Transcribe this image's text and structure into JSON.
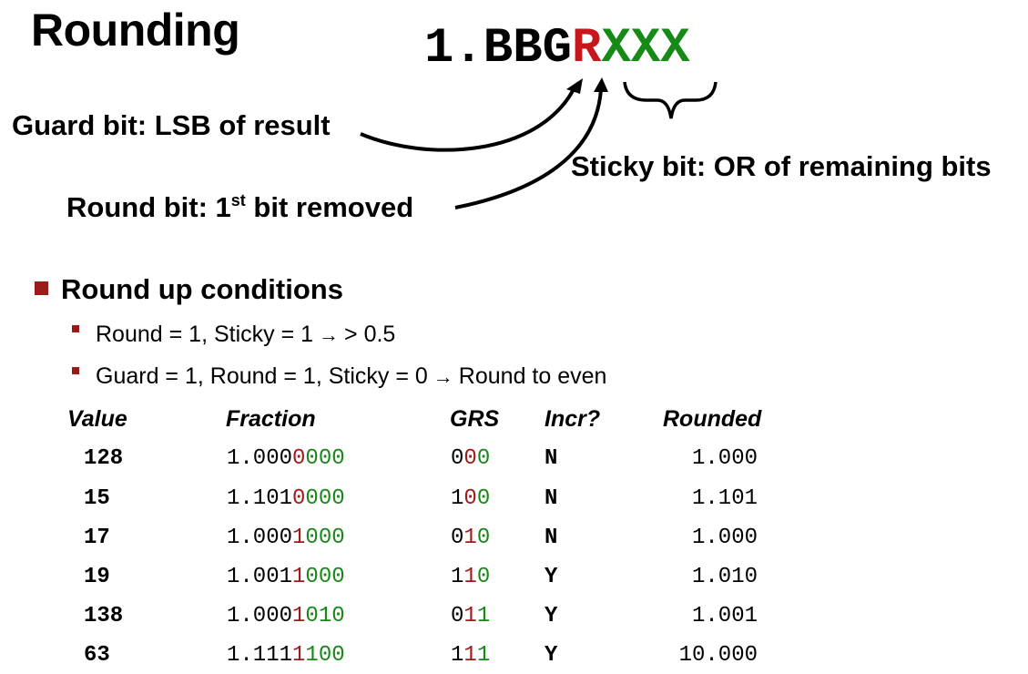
{
  "title": "Rounding",
  "bit_pattern": {
    "lead": "1.BBG",
    "round": "R",
    "sticky": "XXX"
  },
  "callouts": {
    "guard": "Guard bit: LSB of result",
    "round_pre": "Round bit: 1",
    "round_sup": "st",
    "round_post": " bit removed",
    "sticky": "Sticky bit: OR of remaining bits"
  },
  "heading": "Round up conditions",
  "conditions": [
    {
      "pre": "Round = 1, Sticky = 1",
      "arrow": "→",
      "post": "> 0.5"
    },
    {
      "pre": "Guard = 1, Round = 1, Sticky = 0",
      "arrow": "→",
      "post": "Round to even"
    }
  ],
  "table": {
    "headers": [
      "Value",
      "Fraction",
      "GRS",
      "Incr?",
      "Rounded"
    ],
    "rows": [
      {
        "value": "128",
        "frac_a": "1.000",
        "frac_r": "0",
        "frac_s": "000",
        "g": "0",
        "r": "0",
        "s": "0",
        "incr": "N",
        "rounded": "1.000"
      },
      {
        "value": "15",
        "frac_a": "1.101",
        "frac_r": "0",
        "frac_s": "000",
        "g": "1",
        "r": "0",
        "s": "0",
        "incr": "N",
        "rounded": "1.101"
      },
      {
        "value": "17",
        "frac_a": "1.000",
        "frac_r": "1",
        "frac_s": "000",
        "g": "0",
        "r": "1",
        "s": "0",
        "incr": "N",
        "rounded": "1.000"
      },
      {
        "value": "19",
        "frac_a": "1.001",
        "frac_r": "1",
        "frac_s": "000",
        "g": "1",
        "r": "1",
        "s": "0",
        "incr": "Y",
        "rounded": "1.010"
      },
      {
        "value": "138",
        "frac_a": "1.000",
        "frac_r": "1",
        "frac_s": "010",
        "g": "0",
        "r": "1",
        "s": "1",
        "incr": "Y",
        "rounded": "1.001"
      },
      {
        "value": "63",
        "frac_a": "1.111",
        "frac_r": "1",
        "frac_s": "100",
        "g": "1",
        "r": "1",
        "s": "1",
        "incr": "Y",
        "rounded": "10.000"
      }
    ]
  },
  "colors": {
    "round_bit": "#c8161d",
    "sticky_bits": "#168a16",
    "bullet": "#9b1b1b"
  }
}
